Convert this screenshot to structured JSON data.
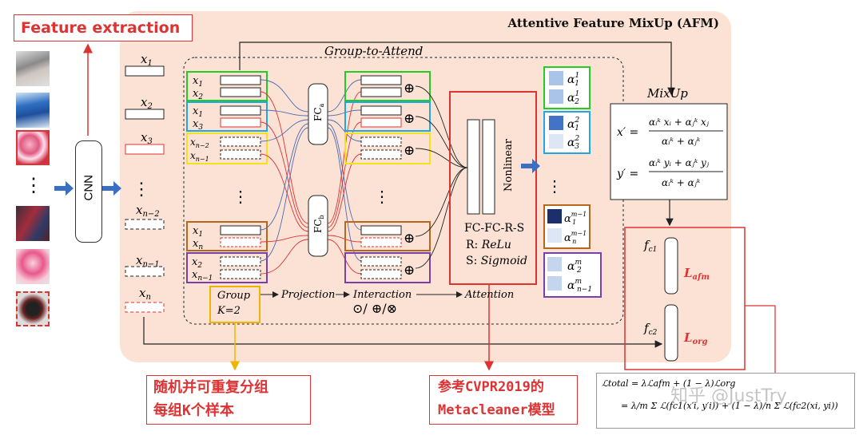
{
  "title": "Attentive Feature MixUp (AFM)",
  "feature_extraction": "Feature extraction",
  "cnn_label": "CNN",
  "dots": "⋮",
  "features": [
    {
      "label": "x",
      "sub": "1"
    },
    {
      "label": "x",
      "sub": "2"
    },
    {
      "label": "x",
      "sub": "3"
    },
    {
      "label": "x",
      "sub": "n−2"
    },
    {
      "label": "x",
      "sub": "n−1"
    },
    {
      "label": "x",
      "sub": "n"
    }
  ],
  "group_to_attend": "Group-to-Attend",
  "pairs": [
    {
      "a": "1",
      "b": "2"
    },
    {
      "a": "1",
      "b": "3"
    },
    {
      "a": "n−2",
      "b": "n−1"
    },
    {
      "a": "1",
      "b": "n"
    },
    {
      "a": "2",
      "b": "n−1"
    }
  ],
  "fc_a": "FC",
  "fc_a_sub": "a",
  "fc_b": "FC",
  "fc_b_sub": "b",
  "nonlinear": "Nonlinear",
  "fc_chain": "FC-FC-R-S",
  "relu_line_prefix": "R: ",
  "relu_line_value": "ReLu",
  "sigmoid_line_prefix": "S: ",
  "sigmoid_line_value": "Sigmoid",
  "stages": {
    "group": "Group",
    "k": "K=2",
    "projection": "Projection",
    "interaction": "Interaction",
    "ops": "⊙/ ⊕/⊗",
    "attention": "Attention"
  },
  "alphas": [
    {
      "top": "α",
      "top_sup": "1",
      "top_sub": "1",
      "bot": "α",
      "bot_sup": "1",
      "bot_sub": "2"
    },
    {
      "top": "α",
      "top_sup": "2",
      "top_sub": "1",
      "bot": "α",
      "bot_sup": "2",
      "bot_sub": "3"
    },
    {
      "top": "α",
      "top_sup": "m−1",
      "top_sub": "1",
      "bot": "α",
      "bot_sup": "m−1",
      "bot_sub": "n"
    },
    {
      "top": "α",
      "top_sup": "m",
      "top_sub": "2",
      "bot": "α",
      "bot_sup": "m",
      "bot_sub": "n−1"
    }
  ],
  "mixup": {
    "label": "MixUp",
    "x_lhs": "x′ =",
    "x_num": "αᵢᵏ xᵢ + αⱼᵏ xⱼ",
    "x_den": "αᵢᵏ + αⱼᵏ",
    "y_lhs": "y′ =",
    "y_num": "αᵢᵏ yᵢ + αⱼᵏ yⱼ",
    "y_den": "αᵢᵏ + αⱼᵏ"
  },
  "heads": {
    "fc1": "f",
    "fc1_sub": "c1",
    "fc2": "f",
    "fc2_sub": "c2",
    "l_afm": "L",
    "l_afm_sub": "afm",
    "l_org": "L",
    "l_org_sub": "org"
  },
  "notes": {
    "group_line1": "随机并可重复分组",
    "group_line2": "每组K个样本",
    "meta_line1": "参考CVPR2019的",
    "meta_line2": "Metacleaner模型"
  },
  "loss": {
    "line1": "ℒtotal = λℒafm + (1 − λ)ℒorg",
    "line2": "= λ/m Σ ℒ(fc1(x′i, y′i)) + (1 − λ)/n Σ ℒ(fc2(xi, yi))"
  },
  "watermark": "知乎 @JustTry",
  "colors": {
    "green": "#22cc22",
    "blue": "#1ea7e1",
    "yellow": "#f5e11a",
    "brown": "#b8661c",
    "purple": "#7a3fa8",
    "red": "#d33333",
    "orange": "#f0b400"
  }
}
